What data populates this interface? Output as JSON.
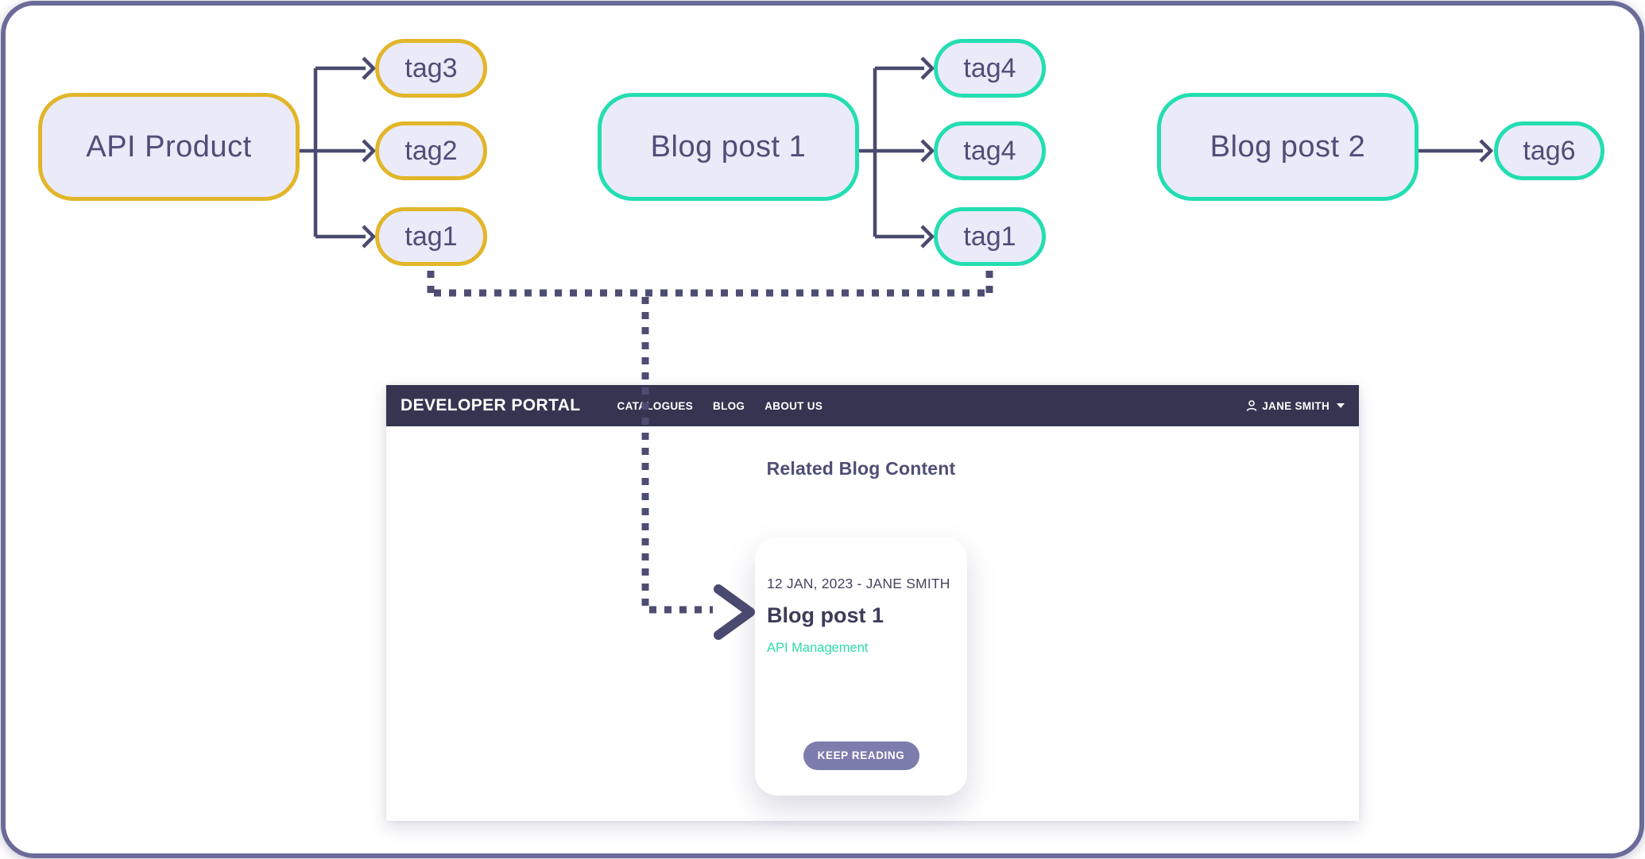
{
  "diagram": {
    "api_product": {
      "label": "API Product",
      "tags": [
        "tag3",
        "tag2",
        "tag1"
      ]
    },
    "blog_post_1": {
      "label": "Blog post 1",
      "tags": [
        "tag4",
        "tag4",
        "tag1"
      ]
    },
    "blog_post_2": {
      "label": "Blog post 2",
      "tags": [
        "tag6"
      ]
    }
  },
  "portal": {
    "navbar": {
      "brand": "DEVELOPER PORTAL",
      "items": [
        "CATALOGUES",
        "BLOG",
        "ABOUT US"
      ],
      "user_name": "JANE SMITH"
    },
    "page": {
      "section_title": "Related Blog Content",
      "card": {
        "meta": "12 JAN, 2023 - JANE SMITH",
        "title": "Blog post 1",
        "tag_link": "API Management",
        "button_label": "KEEP READING"
      }
    }
  },
  "colors": {
    "accent_yellow": "#E2B629",
    "accent_teal": "#23DEB1",
    "node_fill": "#EAEAF8",
    "node_text": "#4E4E78",
    "connector": "#4A4A70",
    "dotted": "#4D4D73",
    "navbar_bg": "#363551",
    "navbar_text": "#FFFFFF",
    "button_bg": "#7C7CAD",
    "tag_link": "#2EDCA9",
    "frame_border": "#6B6B99"
  }
}
